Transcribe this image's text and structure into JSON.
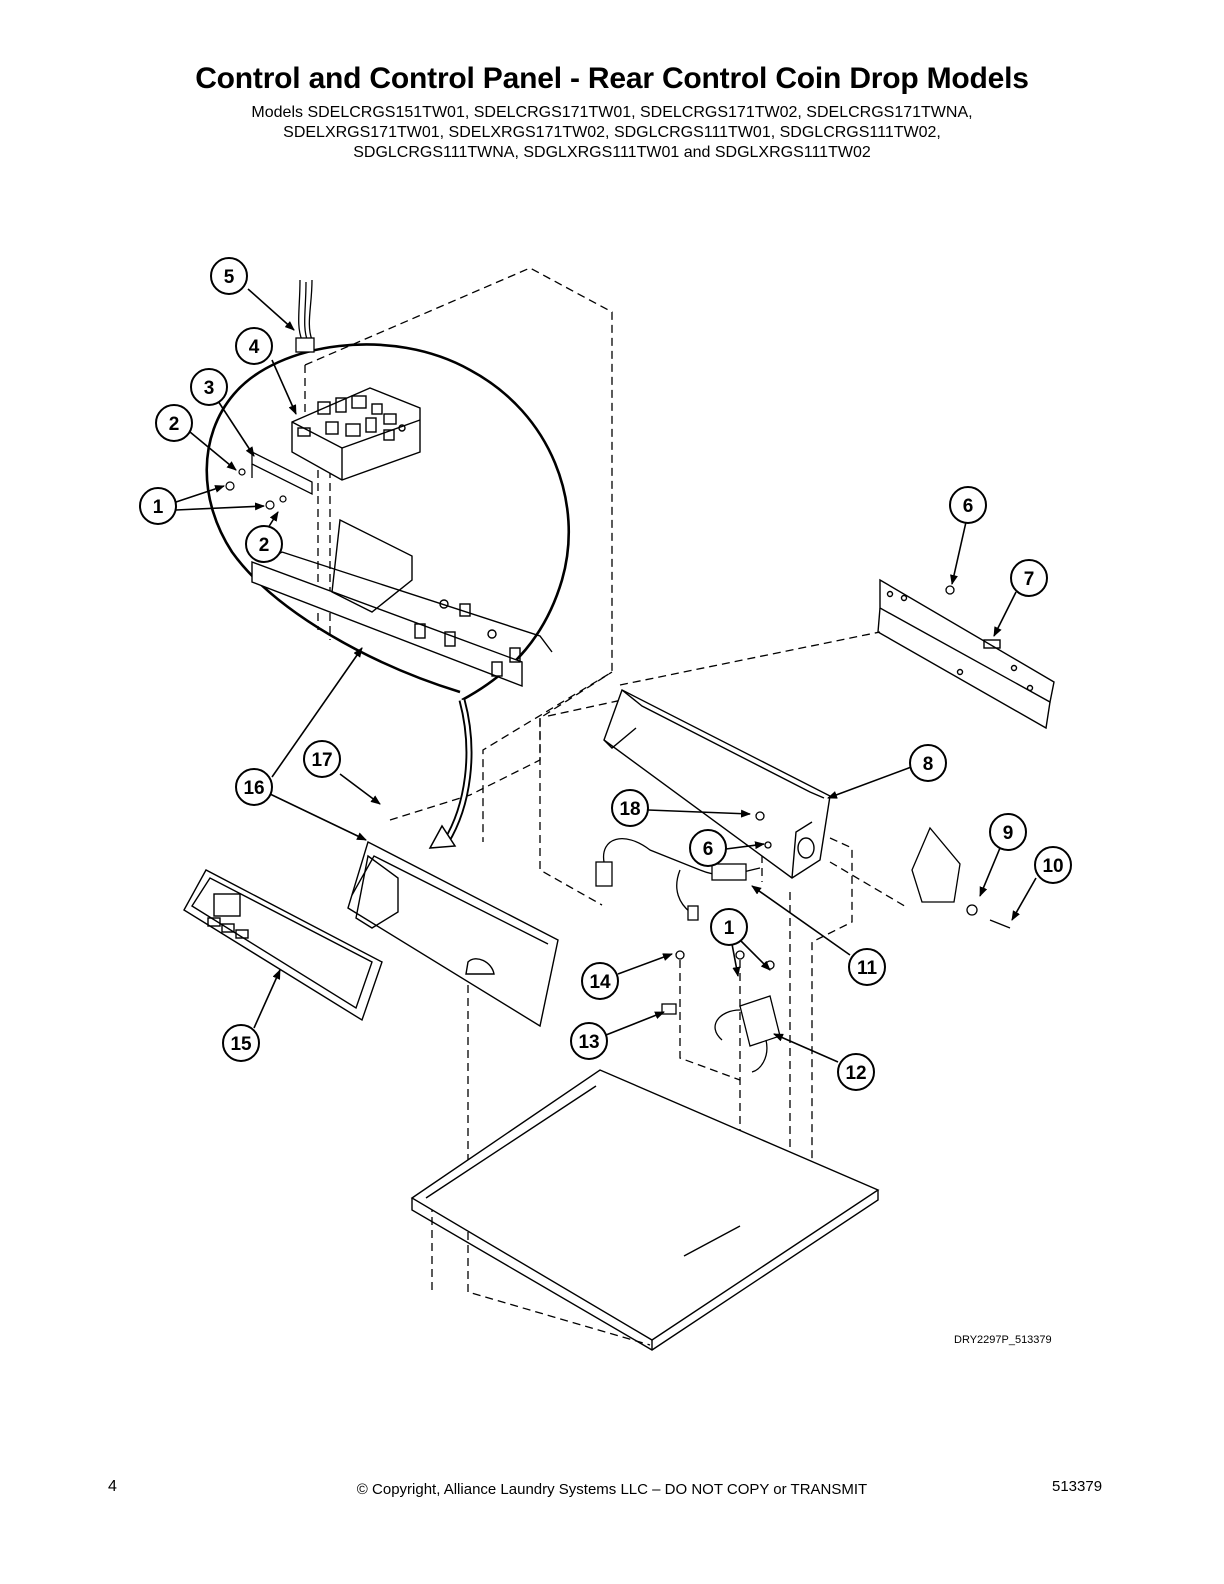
{
  "title": "Control and Control Panel - Rear Control Coin Drop Models",
  "models": [
    "Models SDELCRGS151TW01, SDELCRGS171TW01, SDELCRGS171TW02, SDELCRGS171TWNA,",
    "SDELXRGS171TW01, SDELXRGS171TW02, SDGLCRGS111TW01, SDGLCRGS111TW02,",
    "SDGLCRGS111TWNA, SDGLXRGS111TW01 and SDGLXRGS111TW02"
  ],
  "callouts": [
    "5",
    "4",
    "3",
    "2",
    "1",
    "2",
    "6",
    "7",
    "17",
    "16",
    "8",
    "18",
    "6",
    "9",
    "10",
    "1",
    "11",
    "14",
    "13",
    "12",
    "15"
  ],
  "drawing_ref": "DRY2297P_513379",
  "footer": {
    "page_number": "4",
    "copyright": "© Copyright, Alliance Laundry Systems LLC – DO NOT COPY or TRANSMIT",
    "doc_number": "513379"
  }
}
